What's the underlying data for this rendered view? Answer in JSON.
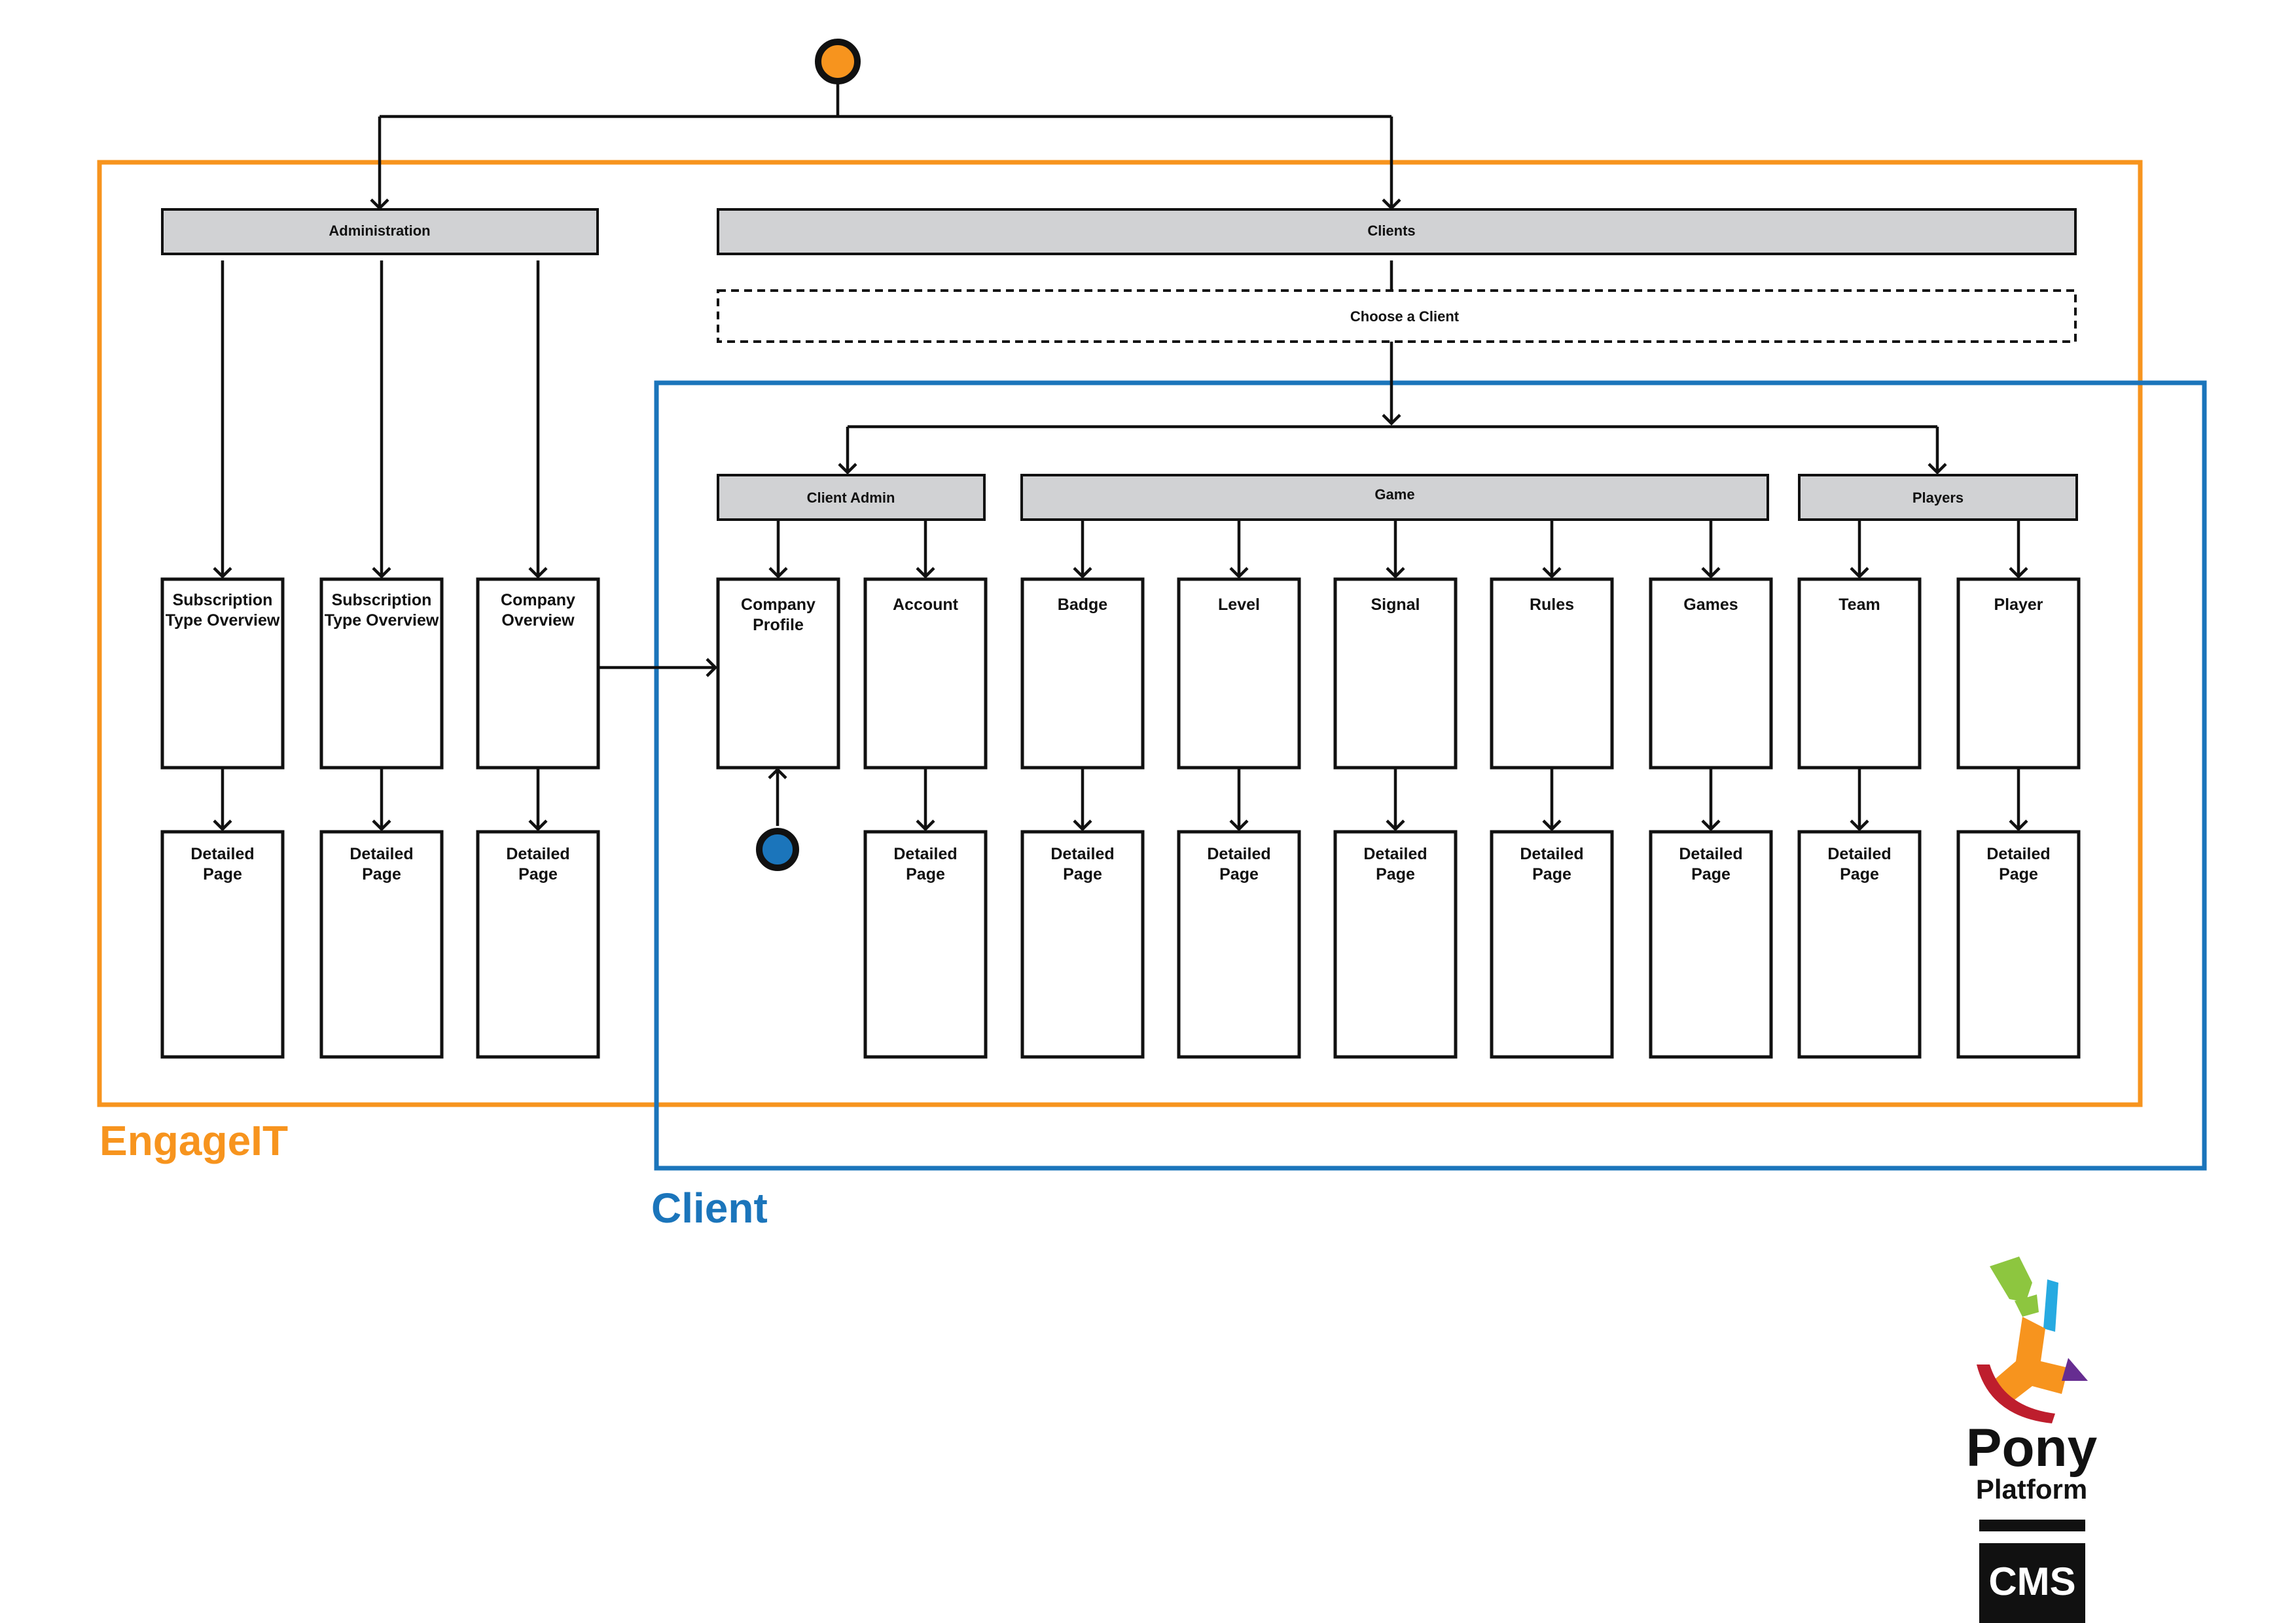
{
  "colors": {
    "engageit": "#f7941e",
    "client": "#1b75bb",
    "header_fill": "#d1d2d4",
    "stroke": "#111111",
    "start_node": "#f7941e",
    "end_node": "#1b75bb"
  },
  "groups": {
    "engageit": "EngageIT",
    "client": "Client"
  },
  "headers": {
    "administration": "Administration",
    "clients": "Clients",
    "choose_client": "Choose a Client",
    "client_admin": "Client Admin",
    "game": "Game",
    "players": "Players"
  },
  "admin_boxes": [
    {
      "label": [
        "Subscription",
        "Type Overview"
      ]
    },
    {
      "label": [
        "Subscription",
        "Type Overview"
      ]
    },
    {
      "label": [
        "Company",
        "Overview"
      ]
    }
  ],
  "client_boxes": [
    {
      "label": [
        "Company",
        "Profile"
      ],
      "detail": false
    },
    {
      "label": [
        "Account"
      ],
      "detail": true
    },
    {
      "label": [
        "Badge"
      ],
      "detail": true
    },
    {
      "label": [
        "Level"
      ],
      "detail": true
    },
    {
      "label": [
        "Signal"
      ],
      "detail": true
    },
    {
      "label": [
        "Rules"
      ],
      "detail": true
    },
    {
      "label": [
        "Games"
      ],
      "detail": true
    },
    {
      "label": [
        "Team"
      ],
      "detail": true
    },
    {
      "label": [
        "Player"
      ],
      "detail": true
    }
  ],
  "detail_label": [
    "Detailed",
    "Page"
  ],
  "logo": {
    "name": "Pony",
    "sub": "Platform",
    "product": "CMS"
  }
}
